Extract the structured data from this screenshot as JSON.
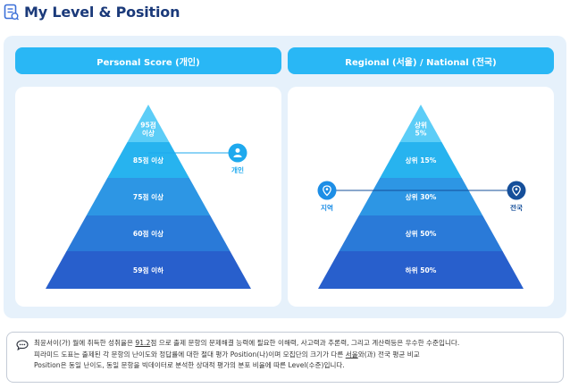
{
  "header": {
    "title": "My Level & Position",
    "icon": "report-document-icon"
  },
  "colors": {
    "pill": "#29b7f5",
    "panel": "#e6f1fb",
    "level1": "#5ccdf7",
    "level2": "#27b3ef",
    "level3": "#2d96e4",
    "level4": "#2a7ad8",
    "level5": "#285fcc",
    "marker_personal": "#1ea9ee",
    "marker_regional": "#1d8ee6",
    "marker_national": "#154f9a",
    "title": "#1b3a7a"
  },
  "personal": {
    "pill_label": "Personal Score (개인)",
    "levels": [
      "95점\n이상",
      "85점 이상",
      "75점 이상",
      "60점 이상",
      "59점 이하"
    ],
    "marker_level_index": 1,
    "marker_label": "개인",
    "marker_icon": "person-icon"
  },
  "regional": {
    "pill_label": "Regional (서울) / National (전국)",
    "levels": [
      "상위\n5%",
      "상위 15%",
      "상위 30%",
      "상위 50%",
      "하위 50%"
    ],
    "left_marker_label": "지역",
    "right_marker_label": "전국",
    "left_marker_icon": "map-pin-icon",
    "right_marker_icon": "map-pin-icon",
    "marker_level_index": 2
  },
  "note": {
    "icon": "chat-bubble-icon",
    "line1_pre": "최윤서이(가) 월에 취득한 성취율은 ",
    "line1_score": "91.2",
    "line1_post": "점 으로 출제 문항의 문제해결 능력에 필요한 이해력, 사고력과 추론력, 그리고 계산력등은 우수한 수준입니다.",
    "line2_pre": "피라미드 도표는 출제된 각 문항의 난이도와 정답률에 대한 절대 평가 Position(나)이며 모집단의 크기가 다른 ",
    "line2_region": "서울",
    "line2_post": "와(과) 전국 평균 비교",
    "line3": "Position은 동일 난이도, 동일 문항을 빅데이터로 분석한 상대적 평가의 분포 비율에 따른 Level(수준)입니다."
  }
}
